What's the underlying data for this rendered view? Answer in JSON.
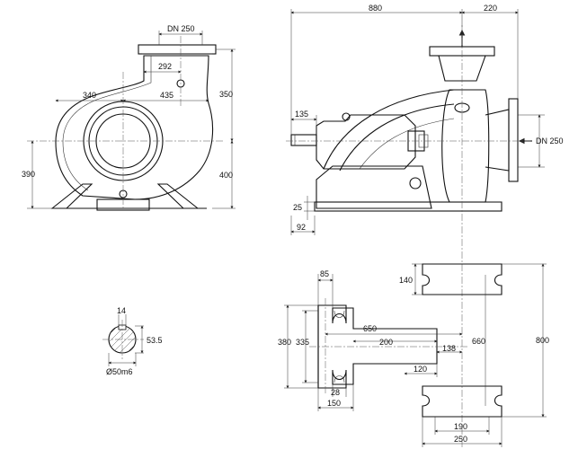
{
  "dimensions": {
    "dn_top": "DN 250",
    "d292": "292",
    "d340": "340",
    "d435": "435",
    "d350": "350",
    "d390": "390",
    "d400": "400",
    "d880": "880",
    "d220": "220",
    "d135": "135",
    "dn_side": "DN 250",
    "d25": "25",
    "d92": "92",
    "d85": "85",
    "d140": "140",
    "d380": "380",
    "d335": "335",
    "d650": "650",
    "d200": "200",
    "d660": "660",
    "d800": "800",
    "d138": "138",
    "d120": "120",
    "d28": "28",
    "d150": "150",
    "d190": "190",
    "d250": "250",
    "d14": "14",
    "d53_5": "53.5",
    "shaft_dia": "Ø50m6"
  }
}
